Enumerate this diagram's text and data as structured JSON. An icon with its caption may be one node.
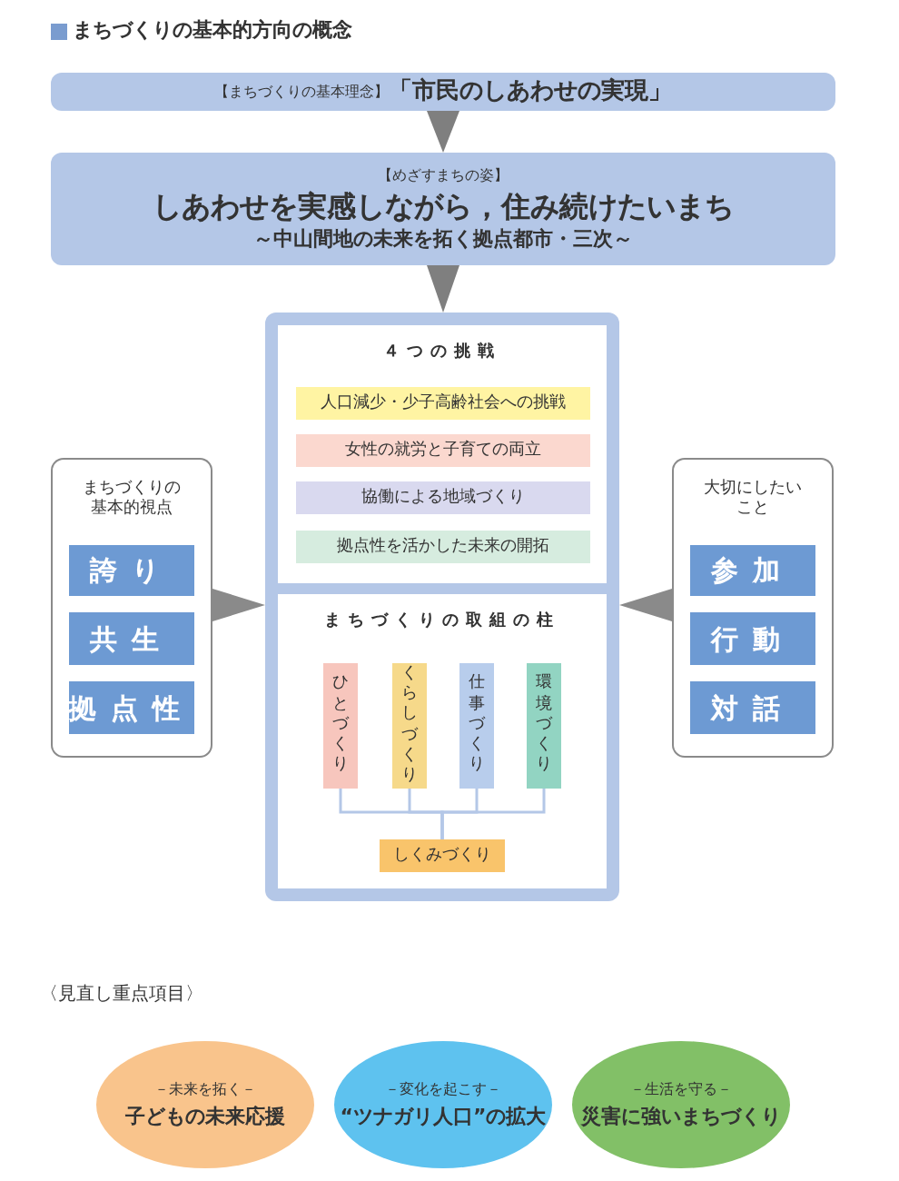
{
  "diagram": {
    "title": "まちづくりの基本的方向の概念",
    "nodes": [
      {
        "text": [
          "【まちづくりの基本理念】",
          "「市民のしあわせの実現」"
        ]
      },
      {
        "text": [
          "【めざすまちの姿】",
          "しあわせを実感しながら，住み続けたいまち",
          "～中山間地の未来を拓く拠点都市・三次～"
        ]
      },
      {
        "text": [
          "まちづくりの基本的視点"
        ]
      },
      {
        "text": [
          "誇り"
        ],
        "in": 2
      },
      {
        "text": [
          "共生"
        ],
        "in": 2
      },
      {
        "text": [
          "拠点性"
        ],
        "in": 2
      },
      {
        "text": [],
        "shape": "box"
      },
      {
        "text": [
          "４つの挑戦"
        ],
        "in": 6
      },
      {
        "text": [
          "人口減少・少子高齢社会への挑戦"
        ],
        "in": 7
      },
      {
        "text": [
          "女性の就労と子育ての両立"
        ],
        "in": 7
      },
      {
        "text": [
          "協働による地域づくり"
        ],
        "in": 7
      },
      {
        "text": [
          "拠点性を活かした未来の開拓"
        ],
        "in": 7
      },
      {
        "text": [
          "まちづくりの取組の柱"
        ],
        "in": 6
      },
      {
        "text": [
          "ひとづくり"
        ],
        "in": 12
      },
      {
        "text": [
          "くらしづくり"
        ],
        "in": 12
      },
      {
        "text": [
          "仕事づくり"
        ],
        "in": 12
      },
      {
        "text": [
          "環境づくり"
        ],
        "in": 12
      },
      {
        "text": [
          "しくみづくり"
        ],
        "in": 12
      },
      {
        "text": [
          "大切にしたいこと"
        ]
      },
      {
        "text": [
          "参加"
        ],
        "in": 18
      },
      {
        "text": [
          "行動"
        ],
        "in": 18
      },
      {
        "text": [
          "対話"
        ],
        "in": 18
      },
      {
        "text": [
          "－未来を拓く－",
          "子どもの未来応援"
        ]
      },
      {
        "text": [
          "－変化を起こす－",
          "“ツナガリ人口”の拡大"
        ]
      },
      {
        "text": [
          "－生活を守る－",
          "災害に強いまちづくり"
        ]
      }
    ],
    "edges": [
      {
        "from": 0,
        "to": 1,
        "arrow": "to"
      },
      {
        "from": 1,
        "to": 6,
        "arrow": "to"
      },
      {
        "from": 2,
        "to": 6,
        "arrow": "to"
      },
      {
        "from": 18,
        "to": 6,
        "arrow": "to"
      },
      {
        "from": 13,
        "to": 17,
        "arrow": "none"
      },
      {
        "from": 14,
        "to": 17,
        "arrow": "none"
      },
      {
        "from": 15,
        "to": 17,
        "arrow": "none"
      },
      {
        "from": 16,
        "to": 17,
        "arrow": "none"
      }
    ],
    "labels": [
      "〈見直し重点項目〉"
    ]
  }
}
